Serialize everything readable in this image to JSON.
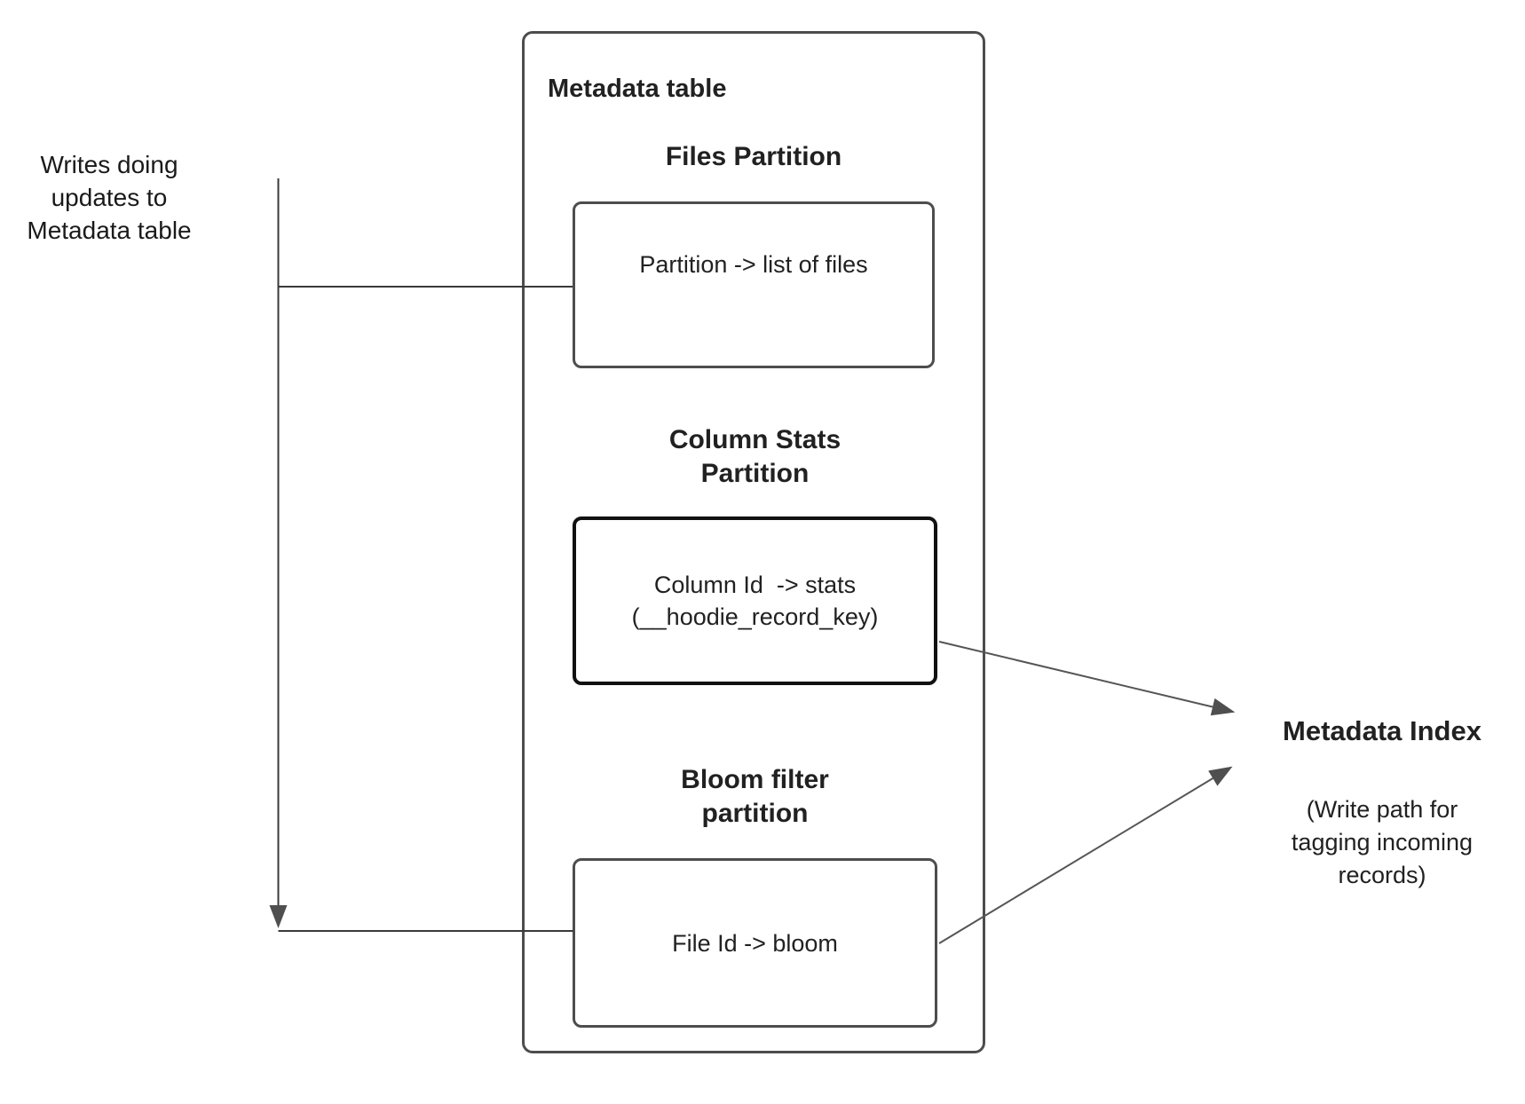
{
  "annotation": {
    "label": "Writes doing\nupdates to\nMetadata table"
  },
  "metadata_table": {
    "title": "Metadata table",
    "partitions": [
      {
        "heading": "Files Partition",
        "mapping": "Partition -> list of files"
      },
      {
        "heading": "Column Stats\nPartition",
        "mapping": "Column Id  -> stats\n(__hoodie_record_key)"
      },
      {
        "heading": "Bloom filter\npartition",
        "mapping": "File Id -> bloom"
      }
    ]
  },
  "metadata_index": {
    "title": "Metadata Index",
    "subtitle": "(Write path for\ntagging incoming\nrecords)"
  },
  "colors": {
    "text": "#212121",
    "border": "#4d4d4d",
    "border_strong": "#111111",
    "line": "#3a3a3a",
    "arrow": "#555555"
  }
}
